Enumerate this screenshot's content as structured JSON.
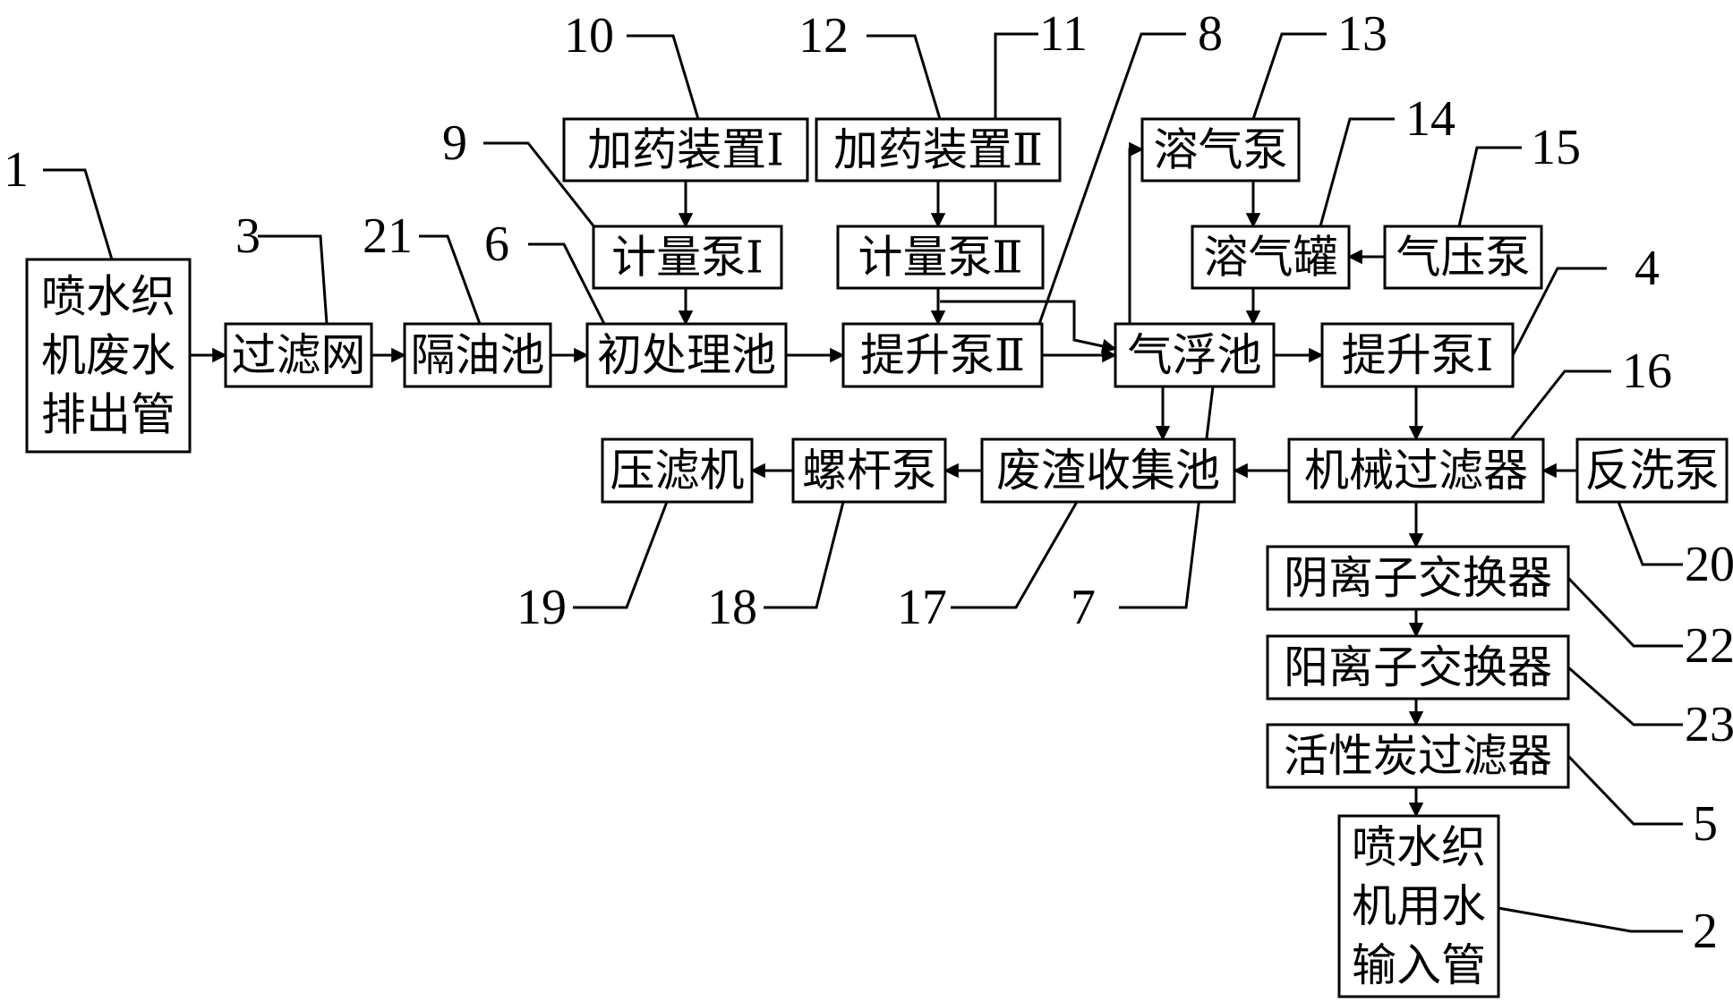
{
  "boxes": {
    "b1": {
      "lines": [
        "喷水织",
        "机废水",
        "排出管"
      ]
    },
    "b3": {
      "lines": [
        "过滤网"
      ]
    },
    "b21": {
      "lines": [
        "隔油池"
      ]
    },
    "b6": {
      "lines": [
        "初处理池"
      ]
    },
    "b10": {
      "lines": [
        "加药装置Ⅰ"
      ]
    },
    "b9": {
      "lines": [
        "计量泵Ⅰ"
      ]
    },
    "b12": {
      "lines": [
        "加药装置Ⅱ"
      ]
    },
    "b11": {
      "lines": [
        "计量泵Ⅱ"
      ]
    },
    "b8": {
      "lines": [
        "提升泵Ⅱ"
      ]
    },
    "b13": {
      "lines": [
        "溶气泵"
      ]
    },
    "b14": {
      "lines": [
        "溶气罐"
      ]
    },
    "b15": {
      "lines": [
        "气压泵"
      ]
    },
    "b7": {
      "lines": [
        "气浮池"
      ]
    },
    "b4": {
      "lines": [
        "提升泵Ⅰ"
      ]
    },
    "b16": {
      "lines": [
        "机械过滤器"
      ]
    },
    "b20": {
      "lines": [
        "反洗泵"
      ]
    },
    "b17": {
      "lines": [
        "废渣收集池"
      ]
    },
    "b18": {
      "lines": [
        "螺杆泵"
      ]
    },
    "b19": {
      "lines": [
        "压滤机"
      ]
    },
    "b22": {
      "lines": [
        "阴离子交换器"
      ]
    },
    "b23": {
      "lines": [
        "阳离子交换器"
      ]
    },
    "b5": {
      "lines": [
        "活性炭过滤器"
      ]
    },
    "b2": {
      "lines": [
        "喷水织",
        "机用水",
        "输入管"
      ]
    }
  },
  "labels": {
    "n1": "1",
    "n2": "2",
    "n3": "3",
    "n4": "4",
    "n5": "5",
    "n6": "6",
    "n7": "7",
    "n8": "8",
    "n9": "9",
    "n10": "10",
    "n11": "11",
    "n12": "12",
    "n13": "13",
    "n14": "14",
    "n15": "15",
    "n16": "16",
    "n17": "17",
    "n18": "18",
    "n19": "19",
    "n20": "20",
    "n21": "21",
    "n22": "22",
    "n23": "23"
  },
  "colors": {
    "stroke": "#000000",
    "background": "#ffffff"
  }
}
